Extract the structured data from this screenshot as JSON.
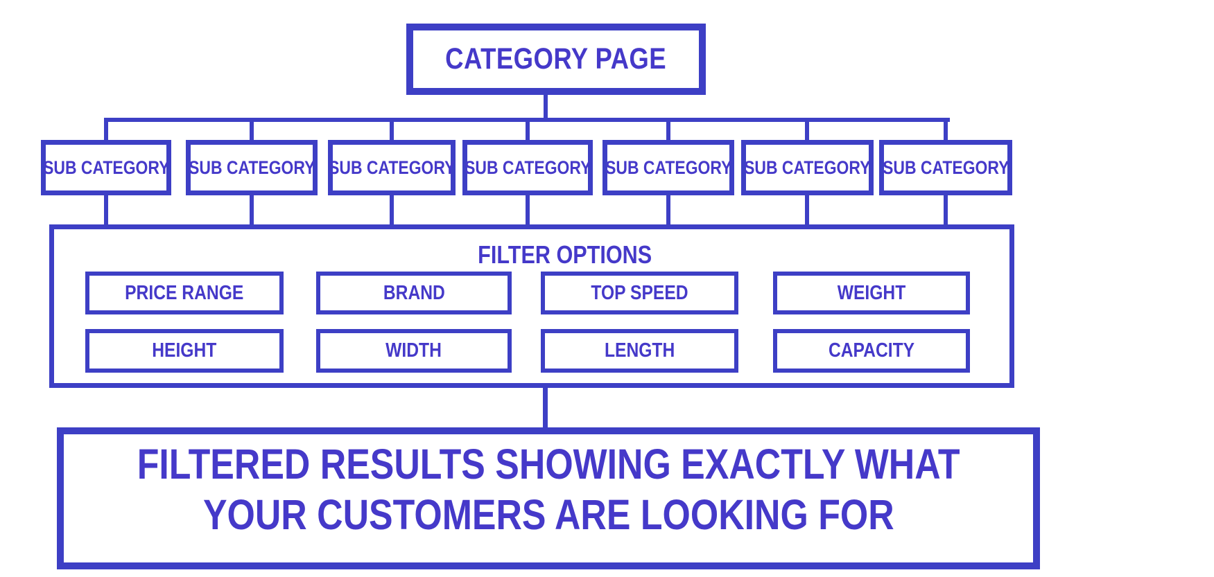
{
  "colors": {
    "accent": "#3d3fc5",
    "text": "#4539c9",
    "background": "#ffffff"
  },
  "diagram": {
    "root_label": "CATEGORY PAGE",
    "sub_categories": [
      "SUB CATEGORY",
      "SUB CATEGORY",
      "SUB CATEGORY",
      "SUB CATEGORY",
      "SUB CATEGORY",
      "SUB CATEGORY",
      "SUB CATEGORY"
    ],
    "filter_section": {
      "title": "FILTER OPTIONS",
      "filters": [
        "PRICE RANGE",
        "BRAND",
        "TOP SPEED",
        "WEIGHT",
        "HEIGHT",
        "WIDTH",
        "LENGTH",
        "CAPACITY"
      ]
    },
    "results": {
      "line1": "FILTERED RESULTS SHOWING EXACTLY WHAT",
      "line2": "YOUR CUSTOMERS ARE LOOKING FOR"
    }
  }
}
